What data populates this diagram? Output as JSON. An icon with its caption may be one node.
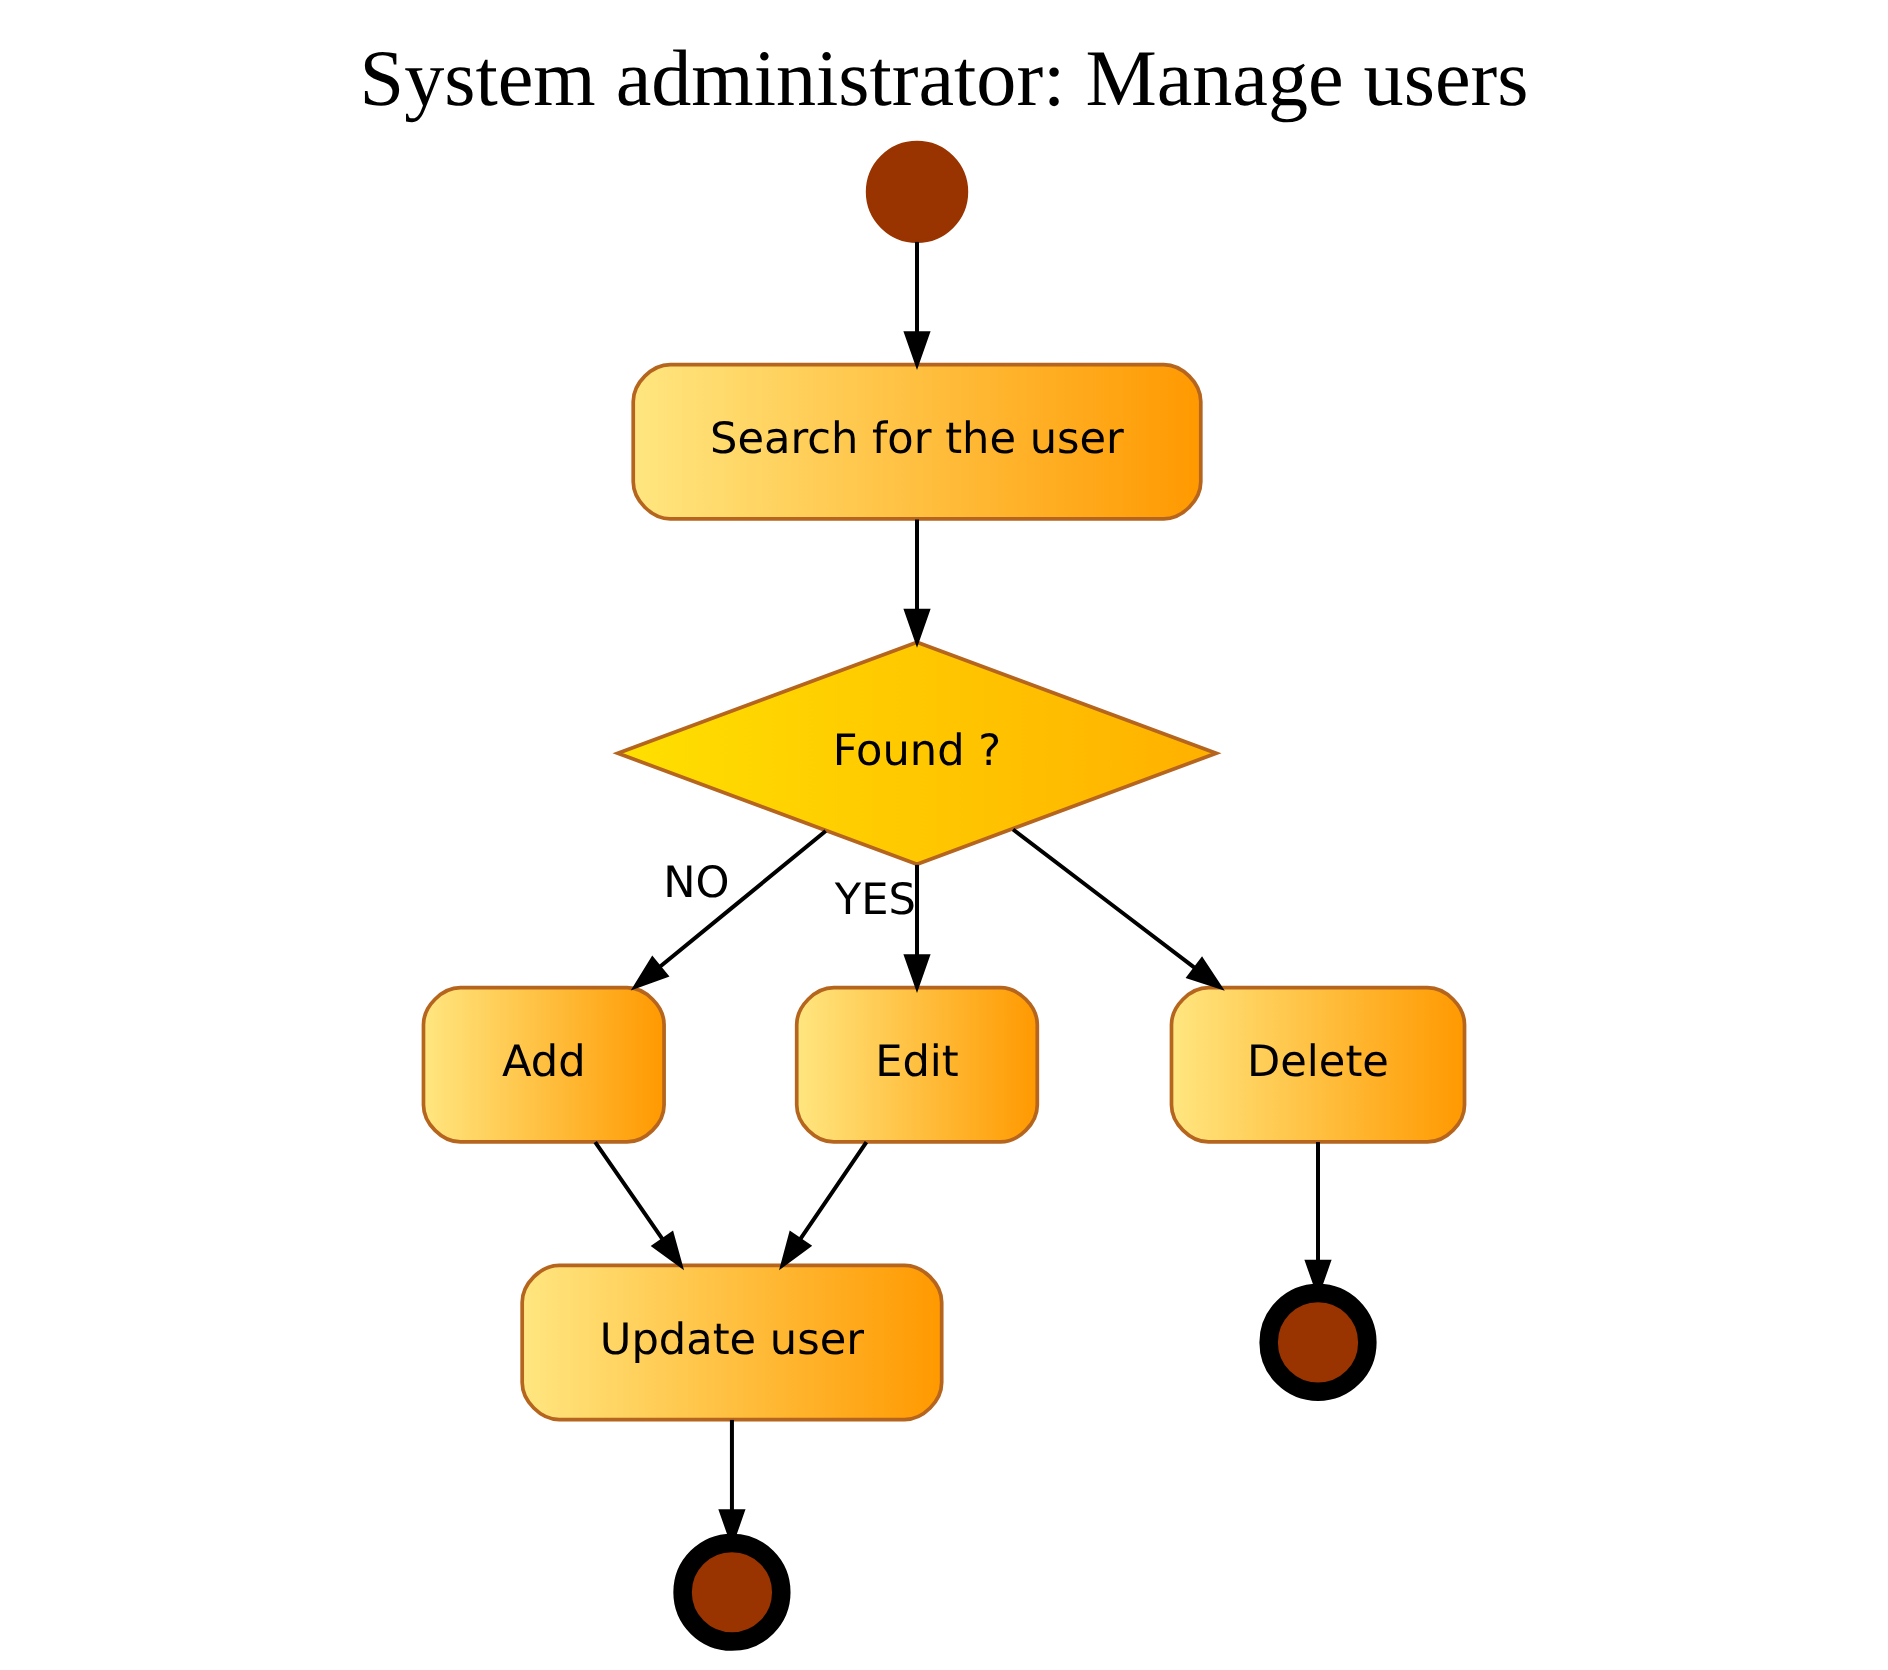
{
  "diagram": {
    "title": "System administrator: Manage users",
    "nodes": [
      {
        "text": [],
        "shape": "circle"
      },
      {
        "text": [
          "Search for the user"
        ]
      },
      {
        "text": [
          "Found ?"
        ]
      },
      {
        "text": [
          "Add"
        ]
      },
      {
        "text": [
          "Edit"
        ]
      },
      {
        "text": [
          "Delete"
        ]
      },
      {
        "text": [],
        "shape": "circle"
      },
      {
        "text": [
          "Update user"
        ]
      },
      {
        "text": [],
        "shape": "circle"
      }
    ],
    "edges": [
      {
        "from": 0,
        "to": 1,
        "arrow": "to"
      },
      {
        "from": 1,
        "to": 2,
        "arrow": "to"
      },
      {
        "from": 2,
        "to": 3,
        "arrow": "to",
        "label": "NO"
      },
      {
        "from": 2,
        "to": 4,
        "arrow": "to",
        "label": "YES"
      },
      {
        "from": 2,
        "to": 5,
        "arrow": "to"
      },
      {
        "from": 3,
        "to": 7,
        "arrow": "to"
      },
      {
        "from": 4,
        "to": 7,
        "arrow": "to"
      },
      {
        "from": 5,
        "to": 6,
        "arrow": "to"
      },
      {
        "from": 7,
        "to": 8,
        "arrow": "to"
      }
    ]
  }
}
